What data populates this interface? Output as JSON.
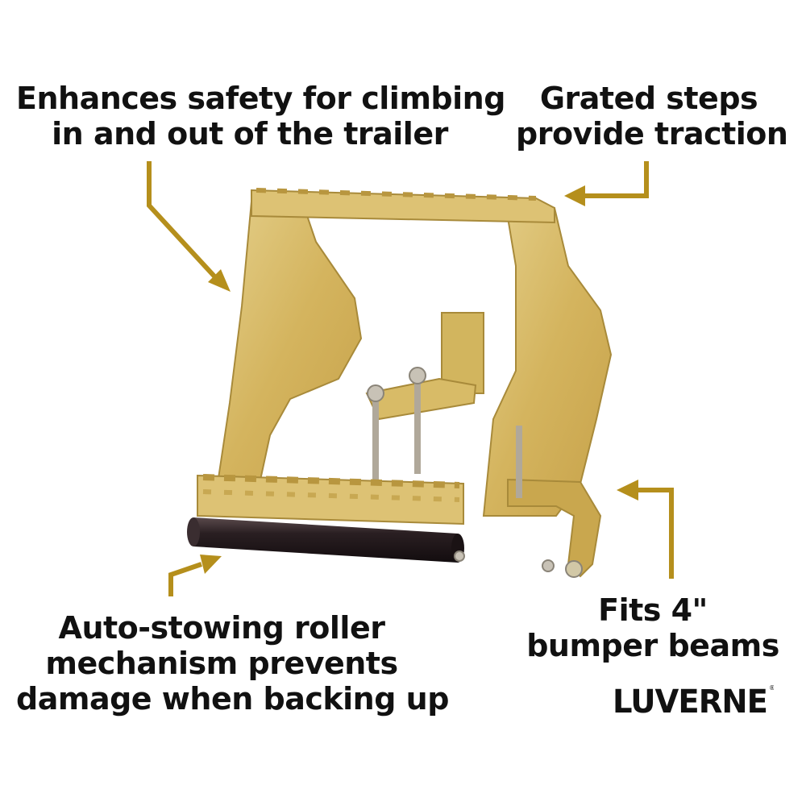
{
  "callouts": {
    "safety": {
      "line1": "Enhances safety for climbing",
      "line2": "in and out of the trailer"
    },
    "steps": {
      "line1": "Grated steps",
      "line2": "provide traction"
    },
    "roller": {
      "line1": "Auto-stowing roller",
      "line2": "mechanism prevents",
      "line3": "damage when backing up"
    },
    "fit": {
      "line1": "Fits 4\"",
      "line2": "bumper beams"
    }
  },
  "brand": {
    "name": "LUVERNE"
  },
  "colors": {
    "arrow": "#b58f1c",
    "metal": "#d8bb67",
    "metal_dark": "#b99a45",
    "roller": "#2a1f22",
    "text": "#111111"
  }
}
